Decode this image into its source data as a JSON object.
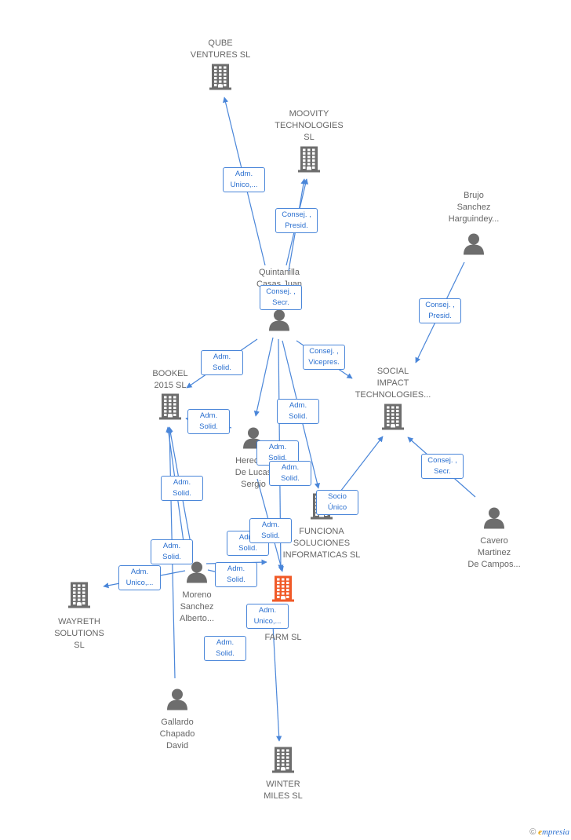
{
  "colors": {
    "edge": "#4a86d9",
    "node": "#6d6d6d",
    "highlight": "#f05a28"
  },
  "companies": [
    {
      "id": "qube",
      "label": "QUBE\nVENTURES  SL",
      "icon": "building-icon"
    },
    {
      "id": "moovity",
      "label": "MOOVITY\nTECHNOLOGIES\nSL",
      "icon": "building-icon"
    },
    {
      "id": "bookel",
      "label": "BOOKEL\n2015  SL",
      "icon": "building-icon"
    },
    {
      "id": "social",
      "label": "SOCIAL\nIMPACT\nTECHNOLOGIES...",
      "icon": "building-icon"
    },
    {
      "id": "funciona",
      "label": "FUNCIONA\nSOLUCIONES\nINFORMATICAS SL",
      "icon": "building-icon"
    },
    {
      "id": "wayreth",
      "label": "WAYRETH\nSOLUTIONS\nSL",
      "icon": "building-icon"
    },
    {
      "id": "farm",
      "label": "AL\nFARM  SL",
      "icon": "building-icon",
      "highlight": true
    },
    {
      "id": "winter",
      "label": "WINTER\nMILES  SL",
      "icon": "building-icon"
    }
  ],
  "people": [
    {
      "id": "quintanilla",
      "label": "Quintanilla\nCasas Juan",
      "icon": "person-icon"
    },
    {
      "id": "brujo",
      "label": "Brujo\nSanchez\nHarguindey...",
      "icon": "person-icon"
    },
    {
      "id": "heredero",
      "label": "Heredero\nDe Lucas\nSergio",
      "icon": "person-icon"
    },
    {
      "id": "cavero",
      "label": "Cavero\nMartinez\nDe Campos...",
      "icon": "person-icon"
    },
    {
      "id": "moreno",
      "label": "Moreno\nSanchez\nAlberto...",
      "icon": "person-icon"
    },
    {
      "id": "gallardo",
      "label": "Gallardo\nChapado\nDavid",
      "icon": "person-icon"
    }
  ],
  "relations": [
    {
      "label": "Adm.\nUnico,..."
    },
    {
      "label": "Consej. ,\nPresid."
    },
    {
      "label": "Consej. ,\nSecr."
    },
    {
      "label": "Consej. ,\nPresid."
    },
    {
      "label": "Adm.\nSolid."
    },
    {
      "label": "Consej. ,\nVicepres."
    },
    {
      "label": "Adm.\nSolid."
    },
    {
      "label": "Adm.\nSolid."
    },
    {
      "label": "Adm.\nSolid."
    },
    {
      "label": "Adm.\nSolid."
    },
    {
      "label": "Socio\nÚnico"
    },
    {
      "label": "Consej. ,\nSecr."
    },
    {
      "label": "Adm.\nSolid."
    },
    {
      "label": "Adm.\nSolid."
    },
    {
      "label": "Adm.\nSolid."
    },
    {
      "label": "Adm.\nSolid."
    },
    {
      "label": "Adm.\nSolid."
    },
    {
      "label": "Adm.\nUnico,..."
    },
    {
      "label": "Adm.\nUnico,..."
    },
    {
      "label": "Adm.\nSolid."
    }
  ],
  "brand": {
    "copyright": "©",
    "name": "mpresia",
    "initial": "e"
  }
}
